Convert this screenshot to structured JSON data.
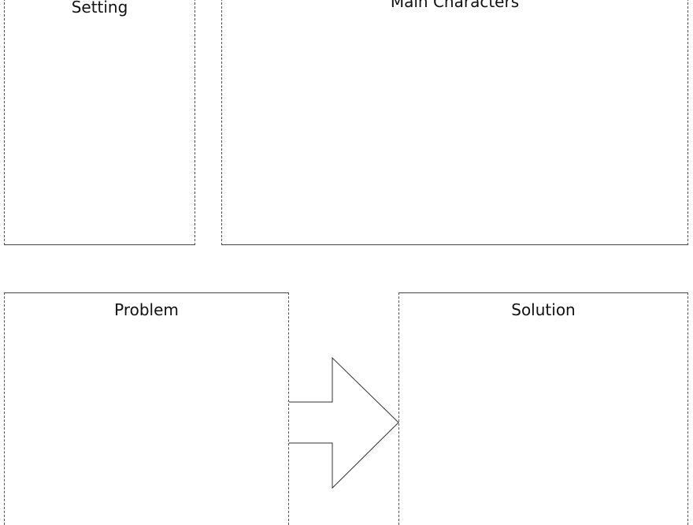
{
  "boxes": {
    "setting": "Setting",
    "main_characters": "Main Characters",
    "problem": "Problem",
    "solution": "Solution"
  }
}
